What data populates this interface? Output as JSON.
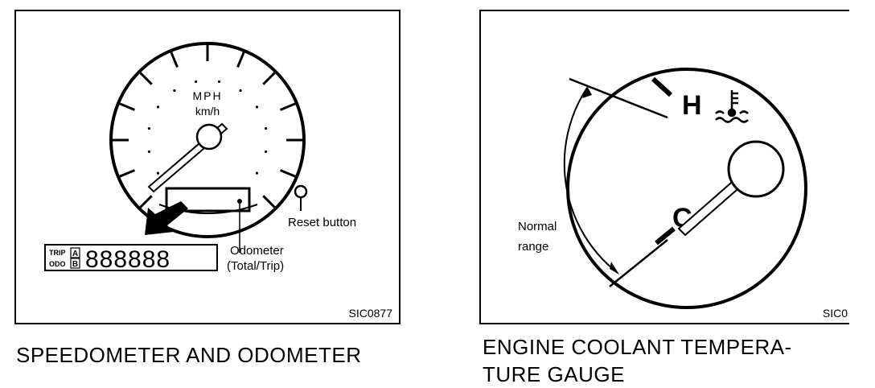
{
  "left_figure": {
    "caption": "SPEEDOMETER AND ODOMETER",
    "figure_id": "SIC0877",
    "dial_unit_primary": "MPH",
    "dial_unit_secondary": "km/h",
    "reset_label": "Reset button",
    "odometer_label_line1": "Odometer",
    "odometer_label_line2": "(Total/Trip)",
    "display_trip": "TRIP",
    "display_odo": "ODO",
    "display_a": "A",
    "display_b": "B",
    "display_digits": "888888"
  },
  "right_figure": {
    "caption_line1": "ENGINE COOLANT TEMPERA-",
    "caption_line2": "TURE GAUGE",
    "figure_id": "SIC0",
    "hot_mark": "H",
    "cold_mark": "C",
    "range_label_line1": "Normal",
    "range_label_line2": "range",
    "coolant_symbol": "coolant-temperature-icon"
  }
}
